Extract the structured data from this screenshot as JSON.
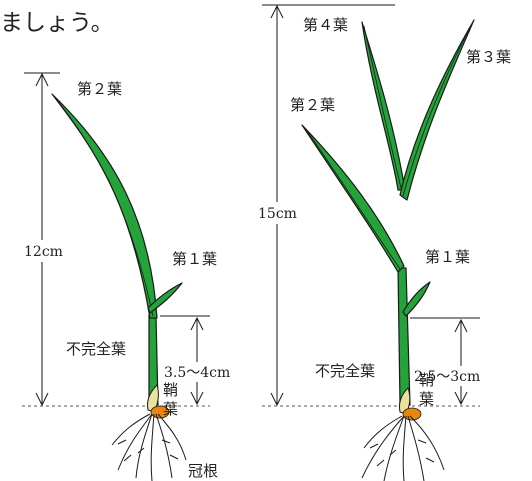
{
  "header_fragment": "ましょう。",
  "left_plant": {
    "leaf2_label": "第２葉",
    "leaf1_label": "第１葉",
    "incomplete_leaf_label": "不完全葉",
    "coleoptile_label_line1": "鞘",
    "coleoptile_label_line2": "葉",
    "crown_root_label": "冠根",
    "total_height": "12cm",
    "lower_height": "3.5～4cm"
  },
  "right_plant": {
    "leaf4_label": "第４葉",
    "leaf3_label": "第３葉",
    "leaf2_label": "第２葉",
    "leaf1_label": "第１葉",
    "incomplete_leaf_label": "不完全葉",
    "coleoptile_label_line1": "鞘",
    "coleoptile_label_line2": "葉",
    "total_height": "15cm",
    "lower_height": "2.5～3cm"
  },
  "colors": {
    "leaf_green": "#23a33a",
    "seed_orange": "#e8870f",
    "bud_yellow": "#e9e29a"
  }
}
